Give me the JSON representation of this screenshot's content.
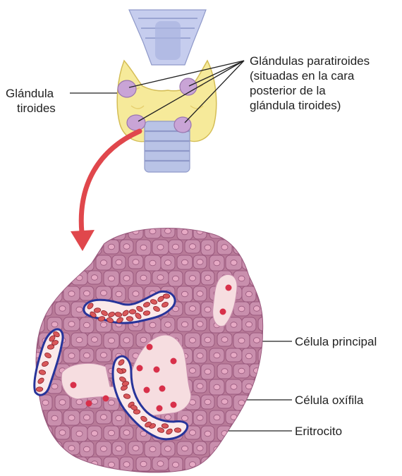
{
  "labels": {
    "thyroid": {
      "line1": "Glándula",
      "line2": "tiroides"
    },
    "parathyroid": {
      "line1": "Glándulas paratiroides",
      "line2": "(situadas en la cara",
      "line3": "posterior de la",
      "line4": "glándula tiroides)"
    },
    "chief_cell": "Célula principal",
    "oxyphil_cell": "Célula oxífila",
    "erythrocyte": "Eritrocito"
  },
  "colors": {
    "thyroid_tissue": "#f6ea9a",
    "parathyroid_gland": "#c9a4d6",
    "trachea": "#b9c3e6",
    "tissue_base": "#b87a98",
    "cell_fill": "#c98fad",
    "cell_outline": "#9a5a7e",
    "oxyphil_fill": "#f6dde0",
    "capillary_outline": "#27349a",
    "erythrocyte_fill": "#d9585a",
    "nucleus": "#d8304a",
    "arrow": "#e0474c",
    "leader_line": "#222222"
  }
}
